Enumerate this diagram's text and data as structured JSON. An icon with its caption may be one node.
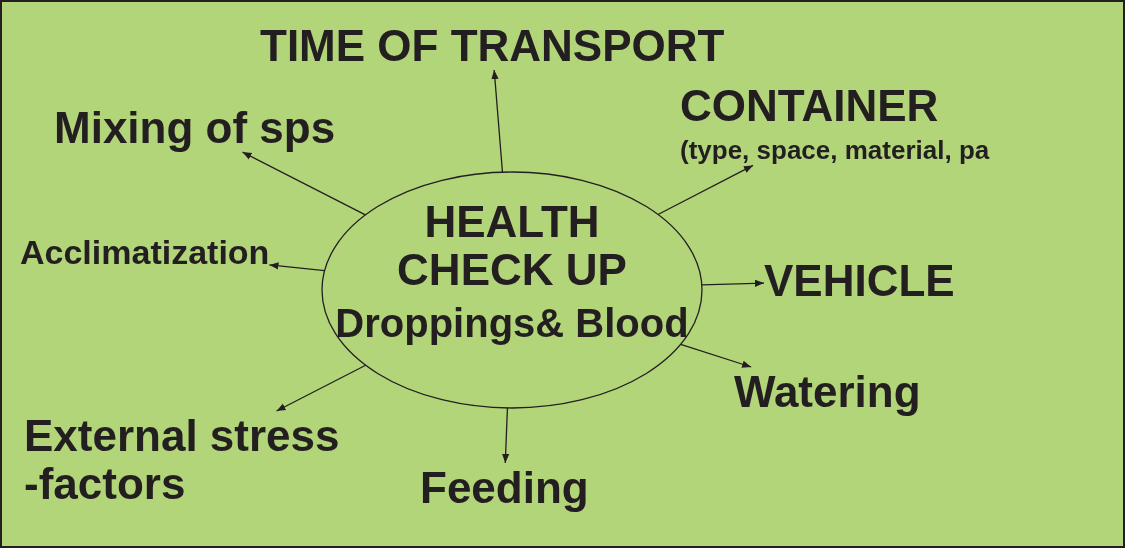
{
  "diagram": {
    "nodes": [
      {
        "text": [
          "HEALTH CHECK UP",
          "Droppings& Blood"
        ]
      },
      {
        "text": [
          "TIME OF TRANSPORT"
        ]
      },
      {
        "text": [
          "CONTAINER",
          "(type, space, material, pa"
        ]
      },
      {
        "text": [
          "Mixing of sps"
        ]
      },
      {
        "text": [
          "Acclimatization"
        ]
      },
      {
        "text": [
          "VEHICLE"
        ]
      },
      {
        "text": [
          "External stress -factors"
        ]
      },
      {
        "text": [
          "Watering"
        ]
      },
      {
        "text": [
          "Feeding"
        ]
      }
    ],
    "edges": [
      {
        "from": 0,
        "to": 1,
        "arrow": "to"
      },
      {
        "from": 0,
        "to": 2,
        "arrow": "to"
      },
      {
        "from": 0,
        "to": 3,
        "arrow": "to"
      },
      {
        "from": 0,
        "to": 4,
        "arrow": "to"
      },
      {
        "from": 0,
        "to": 5,
        "arrow": "to"
      },
      {
        "from": 0,
        "to": 6,
        "arrow": "to"
      },
      {
        "from": 0,
        "to": 7,
        "arrow": "to"
      },
      {
        "from": 0,
        "to": 8,
        "arrow": "to"
      }
    ]
  }
}
